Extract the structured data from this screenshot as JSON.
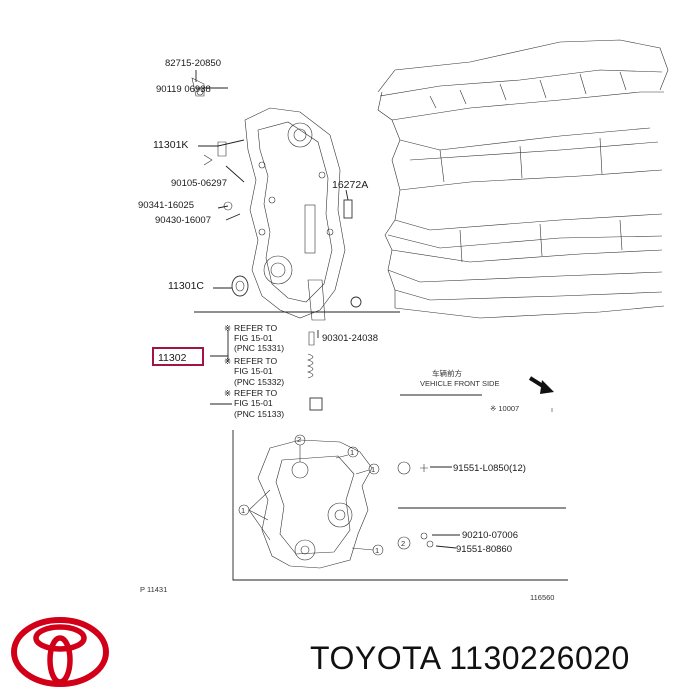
{
  "diagram": {
    "callouts": {
      "c1": "82715-20850",
      "c2": "90119  06938",
      "c3": "11301K",
      "c4": "90105-06297",
      "c5": "90341-16025",
      "c6": "90430-16007",
      "c7": "16272A",
      "c8": "11301C",
      "c9": "90301-24038",
      "c10": "11302",
      "c11": "91551-L0850(12)",
      "c12": "90210-07006",
      "c13": "91551-80860"
    },
    "notes": {
      "n1a": "REFER TO",
      "n1b": "FIG 15-01",
      "n1c": "(PNC 15331)",
      "n2a": "REFER TO",
      "n2b": "FIG 15-01",
      "n2c": "(PNC 15332)",
      "n3a": "REFER TO",
      "n3b": "FIG 15-01",
      "n3c": "(PNC 15133)"
    },
    "direction": {
      "line1": "车辆前方",
      "line2": "VEHICLE FRONT SIDE",
      "line3": "※ 10007"
    },
    "markers": {
      "m1": "1",
      "m2": "2"
    },
    "refs": {
      "left": "P 11431",
      "right": "116560"
    }
  },
  "footer": {
    "brand_text": "TOYOTA 1130226020",
    "brand_color": "#d10018",
    "highlight_color": "#a01545"
  },
  "icons": {
    "logo": "toyota-logo-icon",
    "arrow": "vehicle-front-arrow-icon"
  }
}
